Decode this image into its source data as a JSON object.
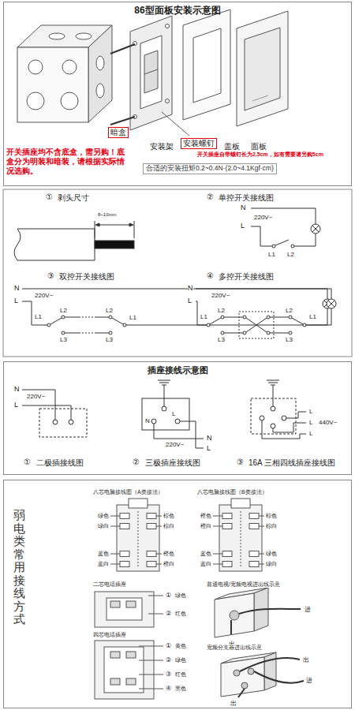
{
  "diagram": {
    "nodes": [
      {
        "text": [
          "86型面板安装示意图"
        ]
      },
      {
        "text": [
          "暗盒"
        ],
        "in": 0
      },
      {
        "text": [
          "安装螺钉"
        ],
        "in": 0
      },
      {
        "text": [
          "合适的安装扭矩0.2~0.4N·(2.0~4.1Kgf·cm)"
        ],
        "in": 0
      },
      {
        "text": [
          "插座接线示意图"
        ]
      },
      {
        "text": [
          "弱电类常用接线方式"
        ]
      }
    ],
    "labels": [
      "安装架",
      "盖板",
      "面板",
      "开关插座均不含底盒，需另购！底盒分为明装和暗装，请根据实际情况选购。",
      "开关插座自带螺钉长为2.5cm，如有需要请另购5cm",
      "①",
      "剥头尺寸",
      "8~10mm",
      "②",
      "单控开关接线图",
      "N",
      "L",
      "220V~",
      "L1",
      "L2",
      "③",
      "双控开关接线图",
      "N",
      "L",
      "220V~",
      "L2",
      "L1",
      "L3",
      "L2",
      "L1",
      "L3",
      "④",
      "多控开关接线图",
      "N",
      "L",
      "220V~",
      "L2",
      "L1",
      "L3",
      "L2",
      "L1",
      "L3",
      "N",
      "L",
      "220V~",
      "①",
      "二极插接线图",
      "N",
      "L",
      "220V~",
      "N",
      "L",
      "②",
      "三极插座接线图",
      "L",
      "L",
      "L",
      "440V~",
      "③",
      "16A 三相四线插座接线图",
      "八芯电脑接线图（A类接法）",
      "绿色",
      "棕色",
      "绿白",
      "棕白",
      "蓝色",
      "橙色",
      "蓝白",
      "橙白",
      "八芯电脑接线图（B类接法）",
      "橙色",
      "棕色",
      "橙白",
      "棕白",
      "蓝色",
      "绿色",
      "蓝白",
      "绿白",
      "二芯电话插座",
      "①",
      "绿色",
      "②",
      "红色",
      "四芯电话插座",
      "①",
      "黄色",
      "②",
      "绿色",
      "③",
      "红色",
      "④",
      "黑色",
      "普通电视/宽频电视进出线示意",
      "进",
      "出",
      "宽频分支器进出线示意",
      "出",
      "进",
      "出"
    ]
  }
}
